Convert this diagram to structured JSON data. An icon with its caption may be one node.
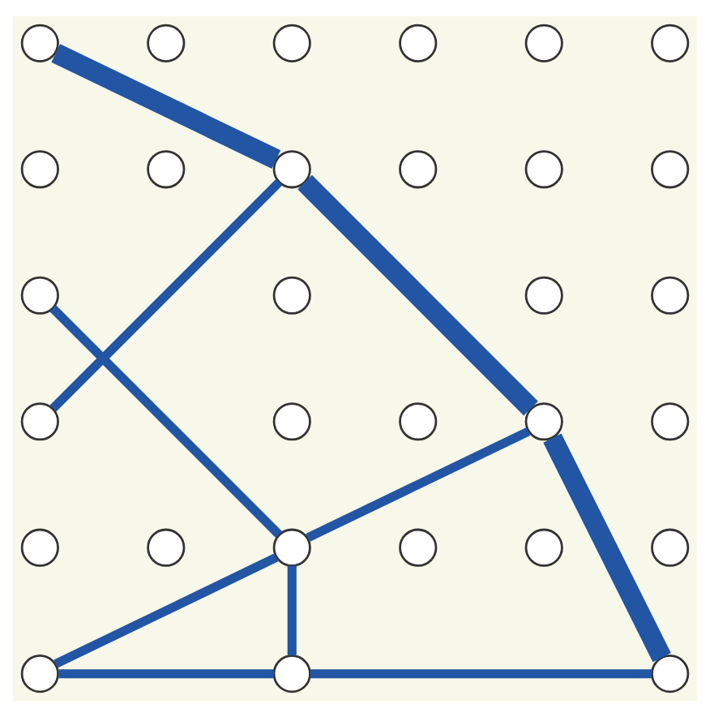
{
  "diagram": {
    "nodes": [
      {
        "text": [],
        "shape": "circle"
      },
      {
        "text": [],
        "shape": "circle"
      },
      {
        "text": [],
        "shape": "circle"
      },
      {
        "text": [],
        "shape": "circle"
      },
      {
        "text": [],
        "shape": "circle"
      },
      {
        "text": [],
        "shape": "circle"
      },
      {
        "text": [],
        "shape": "circle"
      },
      {
        "text": [],
        "shape": "circle"
      },
      {
        "text": [],
        "shape": "circle"
      },
      {
        "text": [],
        "shape": "circle"
      },
      {
        "text": [],
        "shape": "circle"
      },
      {
        "text": [],
        "shape": "circle"
      },
      {
        "text": [],
        "shape": "circle"
      },
      {
        "text": [],
        "shape": "circle"
      },
      {
        "text": [],
        "shape": "circle"
      },
      {
        "text": [],
        "shape": "circle"
      },
      {
        "text": [],
        "shape": "circle"
      },
      {
        "text": [],
        "shape": "circle"
      },
      {
        "text": [],
        "shape": "circle"
      },
      {
        "text": [],
        "shape": "circle"
      },
      {
        "text": [],
        "shape": "circle"
      },
      {
        "text": [],
        "shape": "circle"
      },
      {
        "text": [],
        "shape": "circle"
      },
      {
        "text": [],
        "shape": "circle"
      },
      {
        "text": [],
        "shape": "circle"
      },
      {
        "text": [],
        "shape": "circle"
      },
      {
        "text": [],
        "shape": "circle"
      },
      {
        "text": [],
        "shape": "circle"
      },
      {
        "text": [],
        "shape": "circle"
      },
      {
        "text": [],
        "shape": "circle"
      }
    ],
    "edges": [
      {
        "from": 0,
        "to": 8,
        "arrow": "none",
        "style": "thick"
      },
      {
        "from": 8,
        "to": 19,
        "arrow": "none",
        "style": "thick"
      },
      {
        "from": 19,
        "to": 29,
        "arrow": "none",
        "style": "thick"
      },
      {
        "from": 8,
        "to": 16,
        "arrow": "none"
      },
      {
        "from": 12,
        "to": 23,
        "arrow": "none"
      },
      {
        "from": 19,
        "to": 23,
        "arrow": "none"
      },
      {
        "from": 23,
        "to": 27,
        "arrow": "none"
      },
      {
        "from": 23,
        "to": 28,
        "arrow": "none"
      },
      {
        "from": 27,
        "to": 28,
        "arrow": "none"
      },
      {
        "from": 28,
        "to": 29,
        "arrow": "none"
      }
    ]
  }
}
